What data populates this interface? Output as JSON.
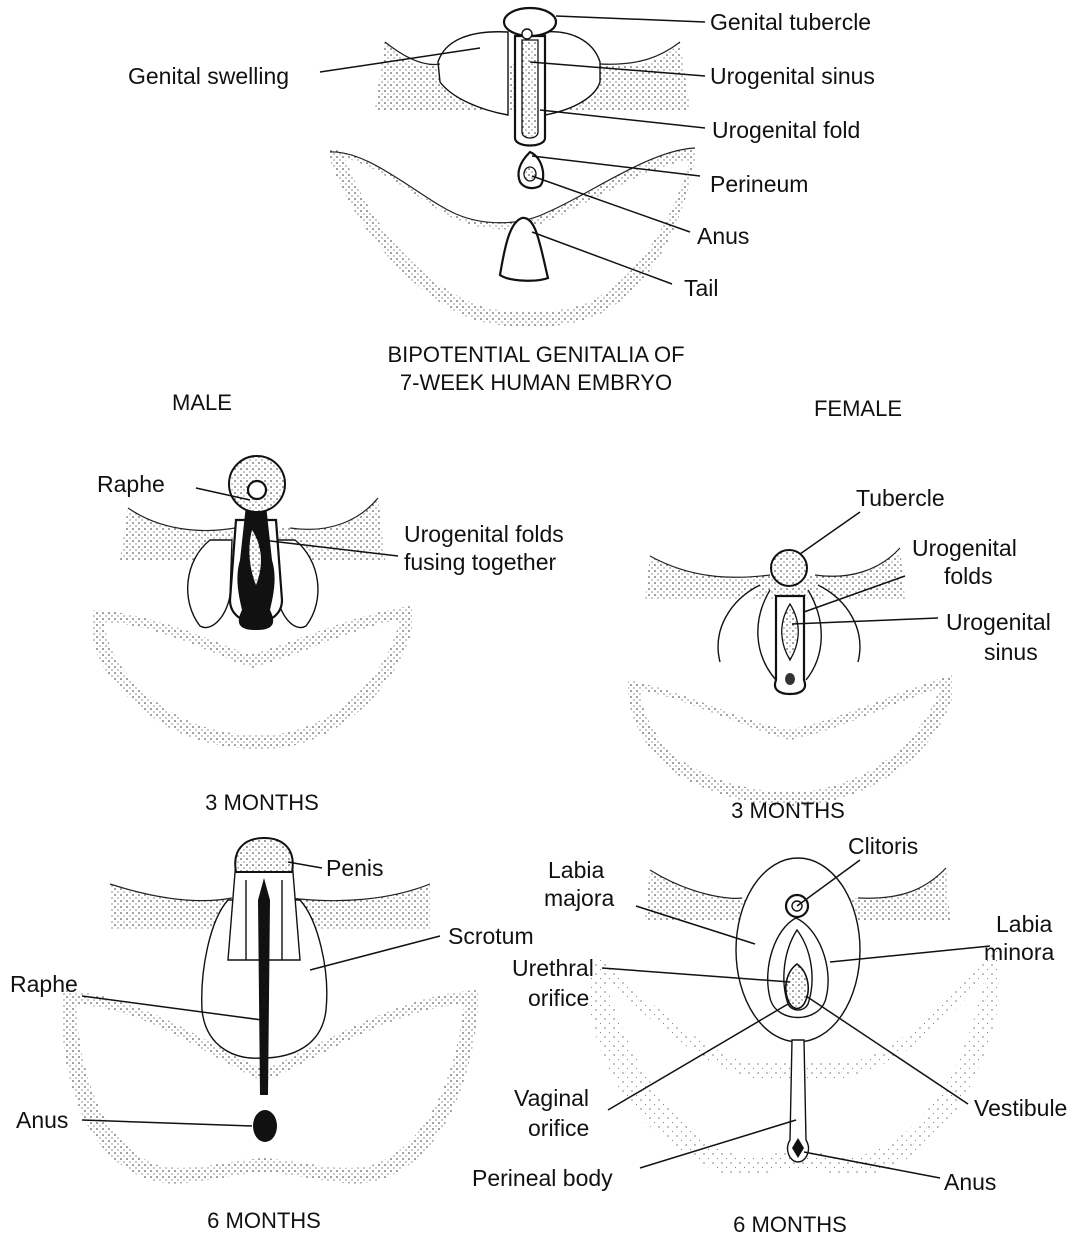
{
  "top": {
    "labels": {
      "genital_tubercle": "Genital tubercle",
      "genital_swelling": "Genital swelling",
      "urogenital_sinus": "Urogenital sinus",
      "urogenital_fold": "Urogenital fold",
      "perineum": "Perineum",
      "anus": "Anus",
      "tail": "Tail"
    },
    "caption_line1": "BIPOTENTIAL GENITALIA OF",
    "caption_line2": "7-WEEK HUMAN EMBRYO"
  },
  "columns": {
    "male": "MALE",
    "female": "FEMALE"
  },
  "male_3m": {
    "labels": {
      "raphe": "Raphe",
      "folds_line1": "Urogenital folds",
      "folds_line2": "fusing together"
    },
    "caption": "3 MONTHS"
  },
  "female_3m": {
    "labels": {
      "tubercle": "Tubercle",
      "folds_line1": "Urogenital",
      "folds_line2": "folds",
      "sinus_line1": "Urogenital",
      "sinus_line2": "sinus"
    },
    "caption": "3 MONTHS"
  },
  "male_6m": {
    "labels": {
      "penis": "Penis",
      "scrotum": "Scrotum",
      "raphe": "Raphe",
      "anus": "Anus"
    },
    "caption": "6 MONTHS"
  },
  "female_6m": {
    "labels": {
      "clitoris": "Clitoris",
      "labia_majora_line1": "Labia",
      "labia_majora_line2": "majora",
      "labia_minora_line1": "Labia",
      "labia_minora_line2": "minora",
      "urethral_line1": "Urethral",
      "urethral_line2": "orifice",
      "vaginal_line1": "Vaginal",
      "vaginal_line2": "orifice",
      "vestibule": "Vestibule",
      "perineal_body": "Perineal body",
      "anus": "Anus"
    },
    "caption": "6 MONTHS"
  }
}
